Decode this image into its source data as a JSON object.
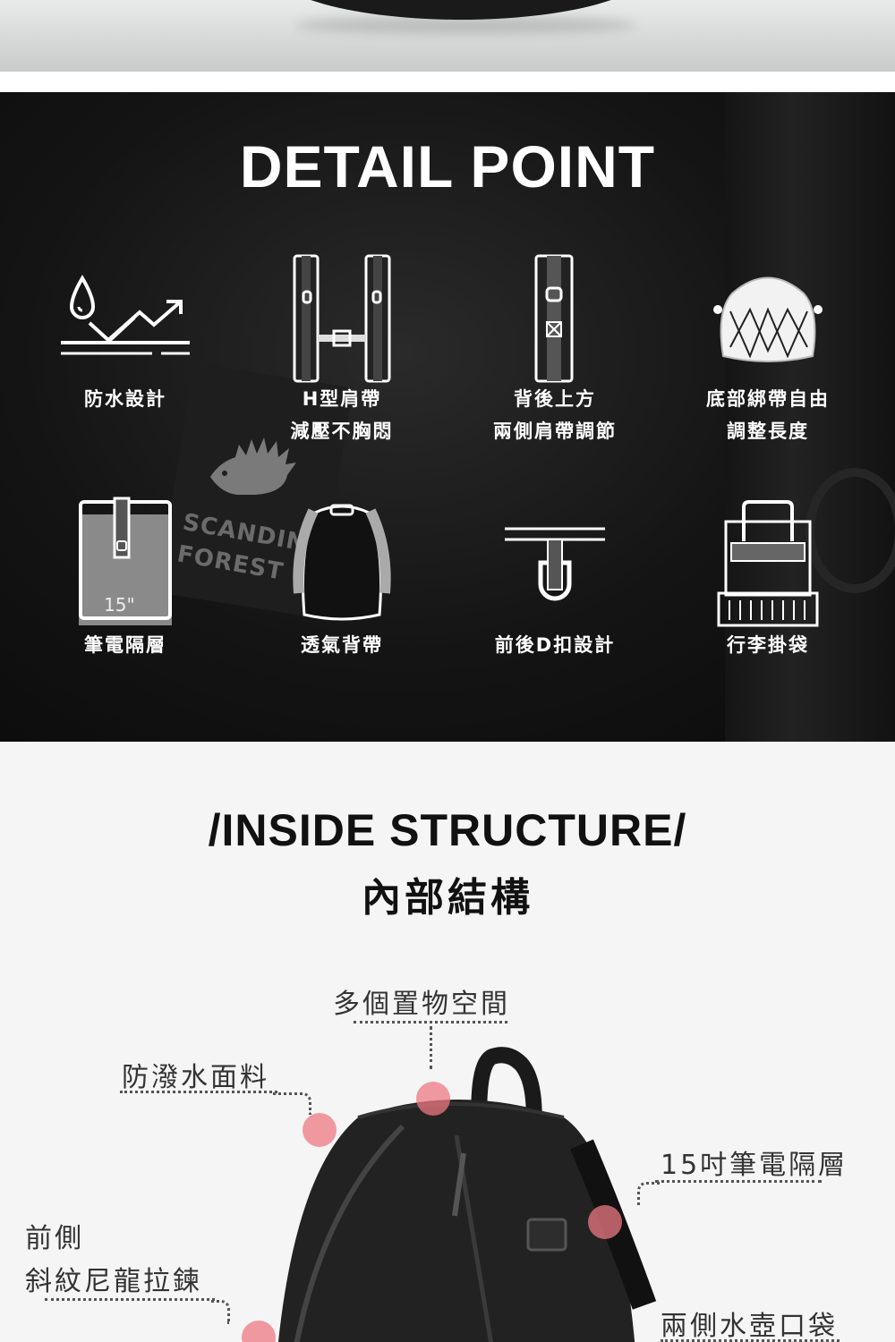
{
  "detail": {
    "title": "DETAIL POINT",
    "logo_text": "SCANDINAV\nFOREST",
    "features": [
      {
        "label": "防水設計",
        "icon": "waterproof-icon"
      },
      {
        "label": "H型肩帶\n減壓不胸悶",
        "icon": "h-strap-icon"
      },
      {
        "label": "背後上方\n兩側肩帶調節",
        "icon": "strap-adjust-icon"
      },
      {
        "label": "底部綁帶自由\n調整長度",
        "icon": "bottom-cord-icon"
      },
      {
        "label": "筆電隔層",
        "icon": "laptop-sleeve-icon",
        "size_text": "15\""
      },
      {
        "label": "透氣背帶",
        "icon": "breathable-strap-icon"
      },
      {
        "label": "前後D扣設計",
        "icon": "d-ring-icon"
      },
      {
        "label": "行李掛袋",
        "icon": "luggage-sleeve-icon"
      }
    ]
  },
  "inside": {
    "title": "/INSIDE STRUCTURE/",
    "subtitle": "內部結構",
    "callouts": {
      "storage": "多個置物空間",
      "fabric": "防潑水面料",
      "laptop": "15吋筆電隔層",
      "front_zip_line1": "前側",
      "front_zip_line2": "斜紋尼龍拉鍊",
      "bottle": "兩側水壺口袋"
    }
  },
  "colors": {
    "hotspot": "#ee7882",
    "dark_panel": "#141414",
    "light_panel": "#f5f5f5"
  }
}
